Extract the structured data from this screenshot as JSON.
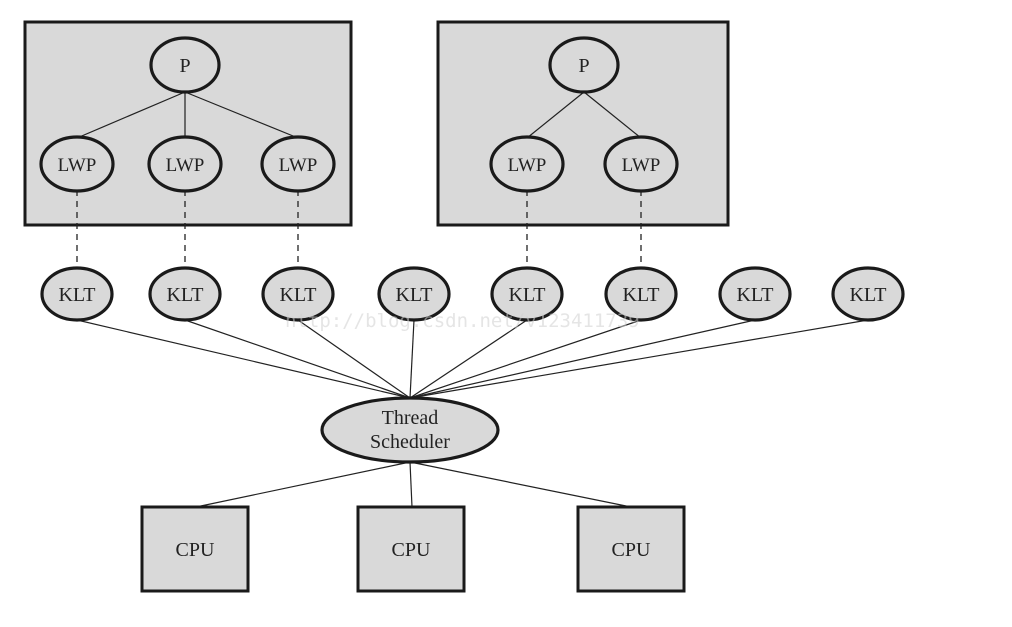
{
  "processes": [
    {
      "label": "P",
      "lwps": [
        "LWP",
        "LWP",
        "LWP"
      ]
    },
    {
      "label": "P",
      "lwps": [
        "LWP",
        "LWP"
      ]
    }
  ],
  "klts": [
    "KLT",
    "KLT",
    "KLT",
    "KLT",
    "KLT",
    "KLT",
    "KLT",
    "KLT"
  ],
  "scheduler": {
    "line1": "Thread",
    "line2": "Scheduler"
  },
  "cpus": [
    "CPU",
    "CPU",
    "CPU"
  ],
  "watermark": "http://blog.csdn.net/v123411739"
}
